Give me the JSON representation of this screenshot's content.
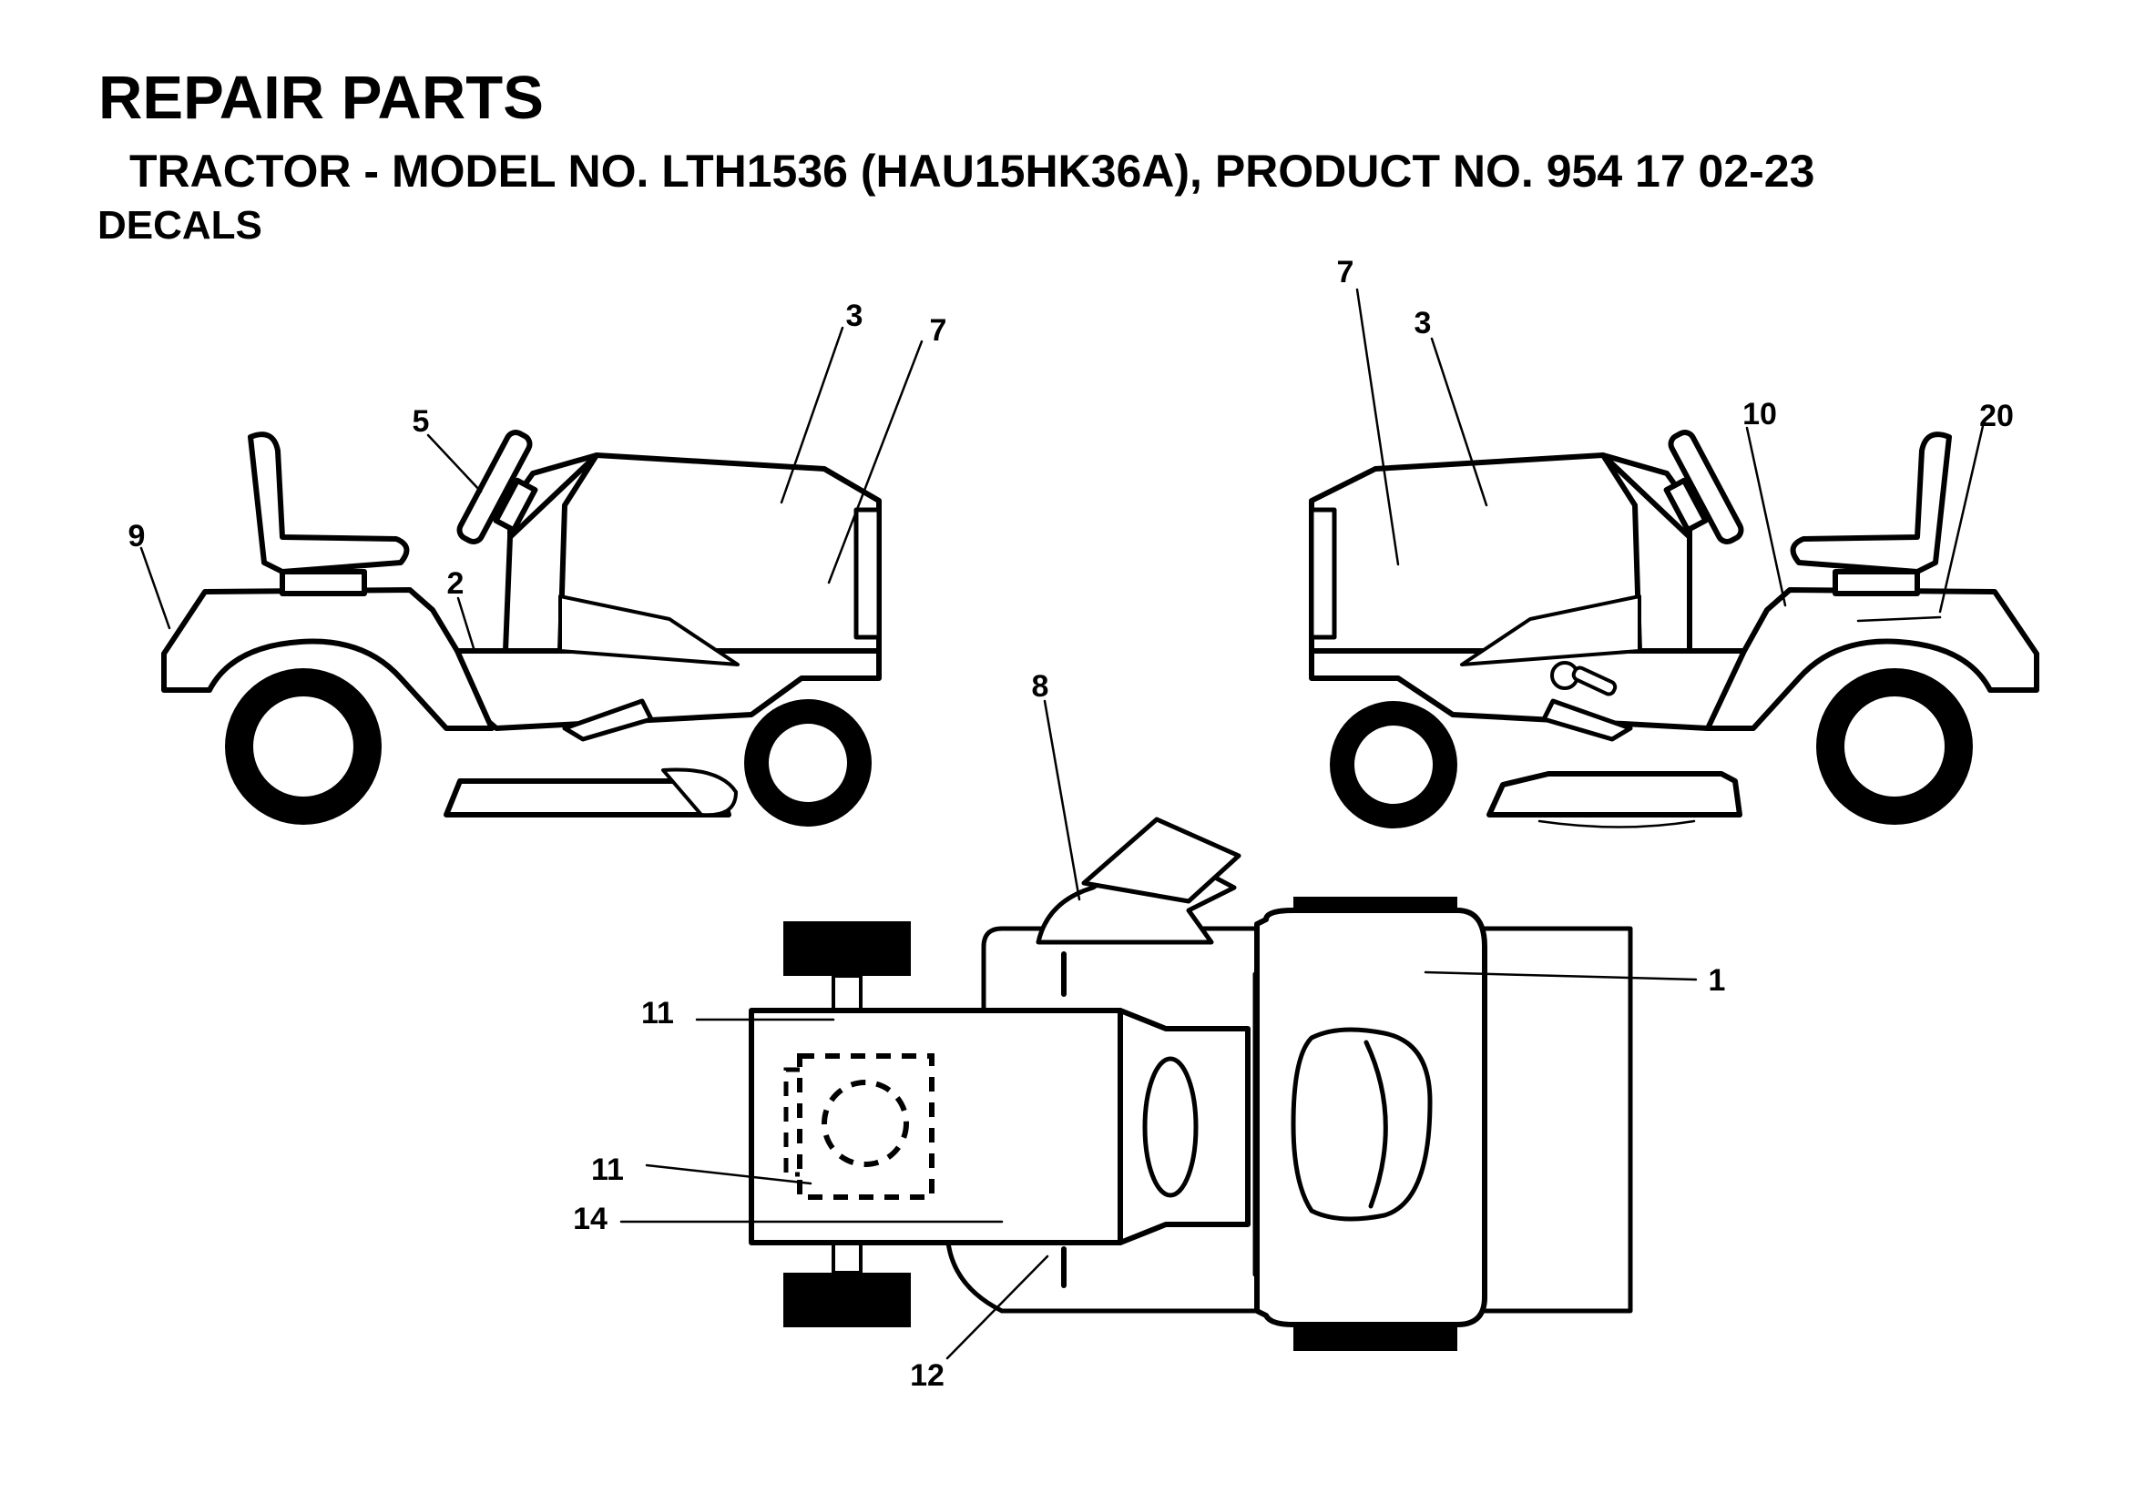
{
  "header": {
    "title": "REPAIR PARTS",
    "subtitle": "TRACTOR - MODEL NO. LTH1536 (HAU15HK36A), PRODUCT NO. 954 17 02-23",
    "section": "DECALS"
  },
  "diagram": {
    "callouts": {
      "left_view": [
        "3",
        "7",
        "5",
        "9",
        "2"
      ],
      "right_view": [
        "7",
        "3",
        "10",
        "20"
      ],
      "top_view": [
        "8",
        "1",
        "11",
        "11",
        "14",
        "12"
      ]
    }
  }
}
